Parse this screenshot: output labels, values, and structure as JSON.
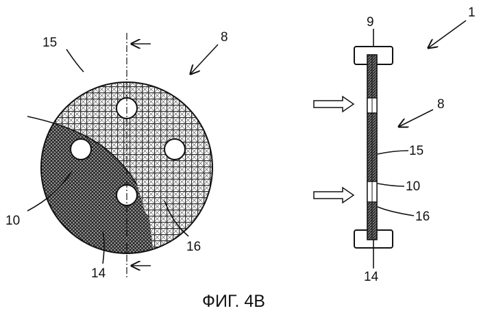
{
  "figure": {
    "caption": "ФИГ. 4В",
    "left_view": {
      "labels": {
        "l15": "15",
        "l8": "8",
        "l10": "10",
        "l14": "14",
        "l16": "16"
      }
    },
    "right_view": {
      "labels": {
        "l1": "1",
        "l9": "9",
        "l8": "8",
        "l15": "15",
        "l10": "10",
        "l16": "16",
        "l14": "14"
      }
    }
  }
}
